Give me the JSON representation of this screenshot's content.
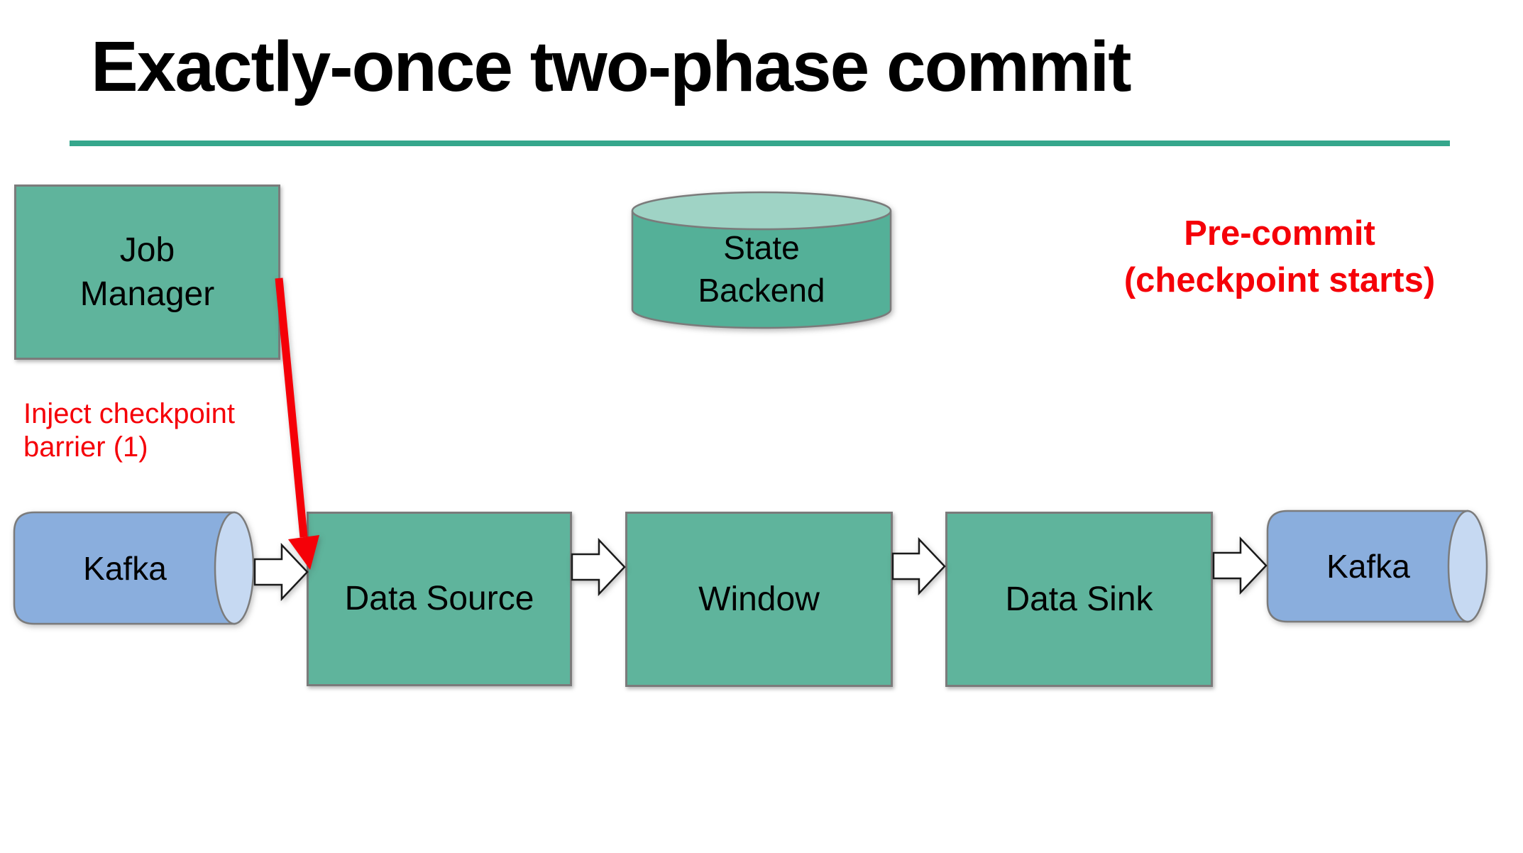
{
  "slide": {
    "title": "Exactly-once two-phase commit",
    "colors": {
      "accent_underline": "#35a78c",
      "node_green": "#5fb49c",
      "cylinder_green_body": "#54b098",
      "cylinder_green_top": "#9fd3c5",
      "kafka_blue_body": "#8aaedd",
      "kafka_blue_cap": "#c6d9f2",
      "annotation_red": "#f50008",
      "border_gray": "#7b7b7b"
    }
  },
  "nodes": {
    "job_manager": "Job\nManager",
    "state_backend": "State\nBackend",
    "kafka_in": "Kafka",
    "data_source": "Data Source",
    "window": "Window",
    "data_sink": "Data Sink",
    "kafka_out": "Kafka"
  },
  "annotations": {
    "pre_commit": "Pre-commit\n(checkpoint starts)",
    "inject_barrier": "Inject checkpoint\nbarrier (1)"
  }
}
